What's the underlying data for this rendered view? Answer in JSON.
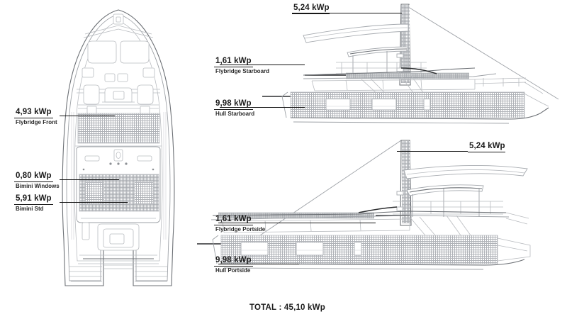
{
  "diagram": {
    "title_total": "TOTAL : 45,10 kWp",
    "views": {
      "plan": "top-view-plan",
      "starboard": "starboard-profile",
      "portside": "portside-profile"
    }
  },
  "callouts": {
    "flybridge_front": {
      "value": "4,93 kWp",
      "label": "Flybridge Front"
    },
    "bimini_windows": {
      "value": "0,80 kWp",
      "label": "Bimini Windows"
    },
    "bimini_std": {
      "value": "5,91 kWp",
      "label": "Bimini Std"
    },
    "mast_starboard": {
      "value": "5,24 kWp",
      "label": ""
    },
    "flybridge_starboard": {
      "value": "1,61 kWp",
      "label": "Flybridge Starboard"
    },
    "hull_starboard": {
      "value": "9,98 kWp",
      "label": "Hull Starboard"
    },
    "mast_portside": {
      "value": "5,24 kWp",
      "label": ""
    },
    "flybridge_portside": {
      "value": "1,61 kWp",
      "label": "Flybridge Portside"
    },
    "hull_portside": {
      "value": "9,98 kWp",
      "label": "Hull Portside"
    }
  },
  "colors": {
    "background": "#ffffff",
    "line_light": "#b9bcc0",
    "line_dark": "#2d2f31",
    "text": "#1c1c1c",
    "panel_fill": "#b5b8bc"
  }
}
